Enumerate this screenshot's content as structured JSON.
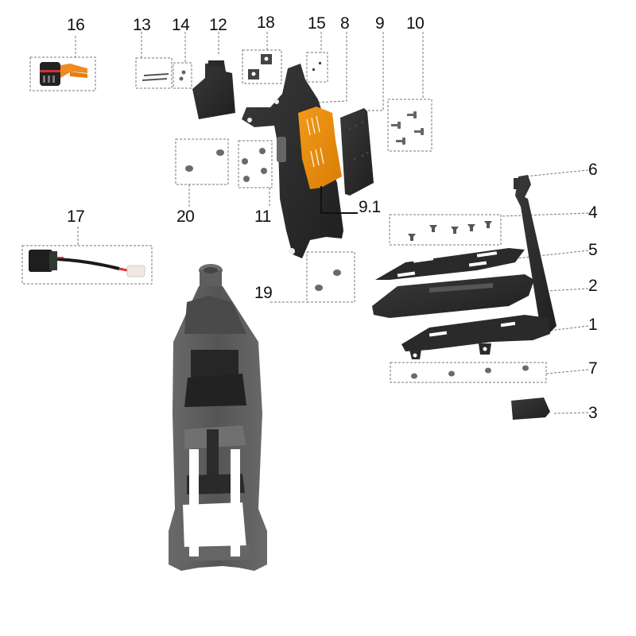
{
  "diagram": {
    "type": "exploded-parts-diagram",
    "colors": {
      "part_dark": "#2b2b2b",
      "part_mid": "#3d3d3d",
      "frame_grey": "#5e5e5e",
      "accent_orange": "#e8890c",
      "leader_line": "#666666",
      "callout_text": "#111111"
    },
    "callouts": [
      {
        "id": "c16",
        "label": "16",
        "part": "connector-orange-cable"
      },
      {
        "id": "c13",
        "label": "13",
        "part": "long-bolts"
      },
      {
        "id": "c14",
        "label": "14",
        "part": "small-washers"
      },
      {
        "id": "c12",
        "label": "12",
        "part": "controller-cover-box"
      },
      {
        "id": "c18",
        "label": "18",
        "part": "clip-nuts"
      },
      {
        "id": "c15",
        "label": "15",
        "part": "small-pins"
      },
      {
        "id": "c8",
        "label": "8",
        "part": "battery-mount-bracket"
      },
      {
        "id": "c9",
        "label": "9",
        "part": "rubber-pad"
      },
      {
        "id": "c10",
        "label": "10",
        "part": "screws-set-4"
      },
      {
        "id": "c20",
        "label": "20",
        "part": "screws-set-2"
      },
      {
        "id": "c11",
        "label": "11",
        "part": "screws-set-4b"
      },
      {
        "id": "c91",
        "label": "9.1",
        "part": "orange-foam-pad"
      },
      {
        "id": "c6",
        "label": "6",
        "part": "rear-rack-strut"
      },
      {
        "id": "c4",
        "label": "4",
        "part": "countersunk-screws-5"
      },
      {
        "id": "c5",
        "label": "5",
        "part": "rack-top-plate"
      },
      {
        "id": "c2",
        "label": "2",
        "part": "rack-tray"
      },
      {
        "id": "c1",
        "label": "1",
        "part": "rack-base-plate"
      },
      {
        "id": "c7",
        "label": "7",
        "part": "screws-set-4c"
      },
      {
        "id": "c3",
        "label": "3",
        "part": "rubber-end-cap"
      },
      {
        "id": "c17",
        "label": "17",
        "part": "switch-with-harness"
      },
      {
        "id": "c19",
        "label": "19",
        "part": "screws-set-2b"
      }
    ]
  }
}
